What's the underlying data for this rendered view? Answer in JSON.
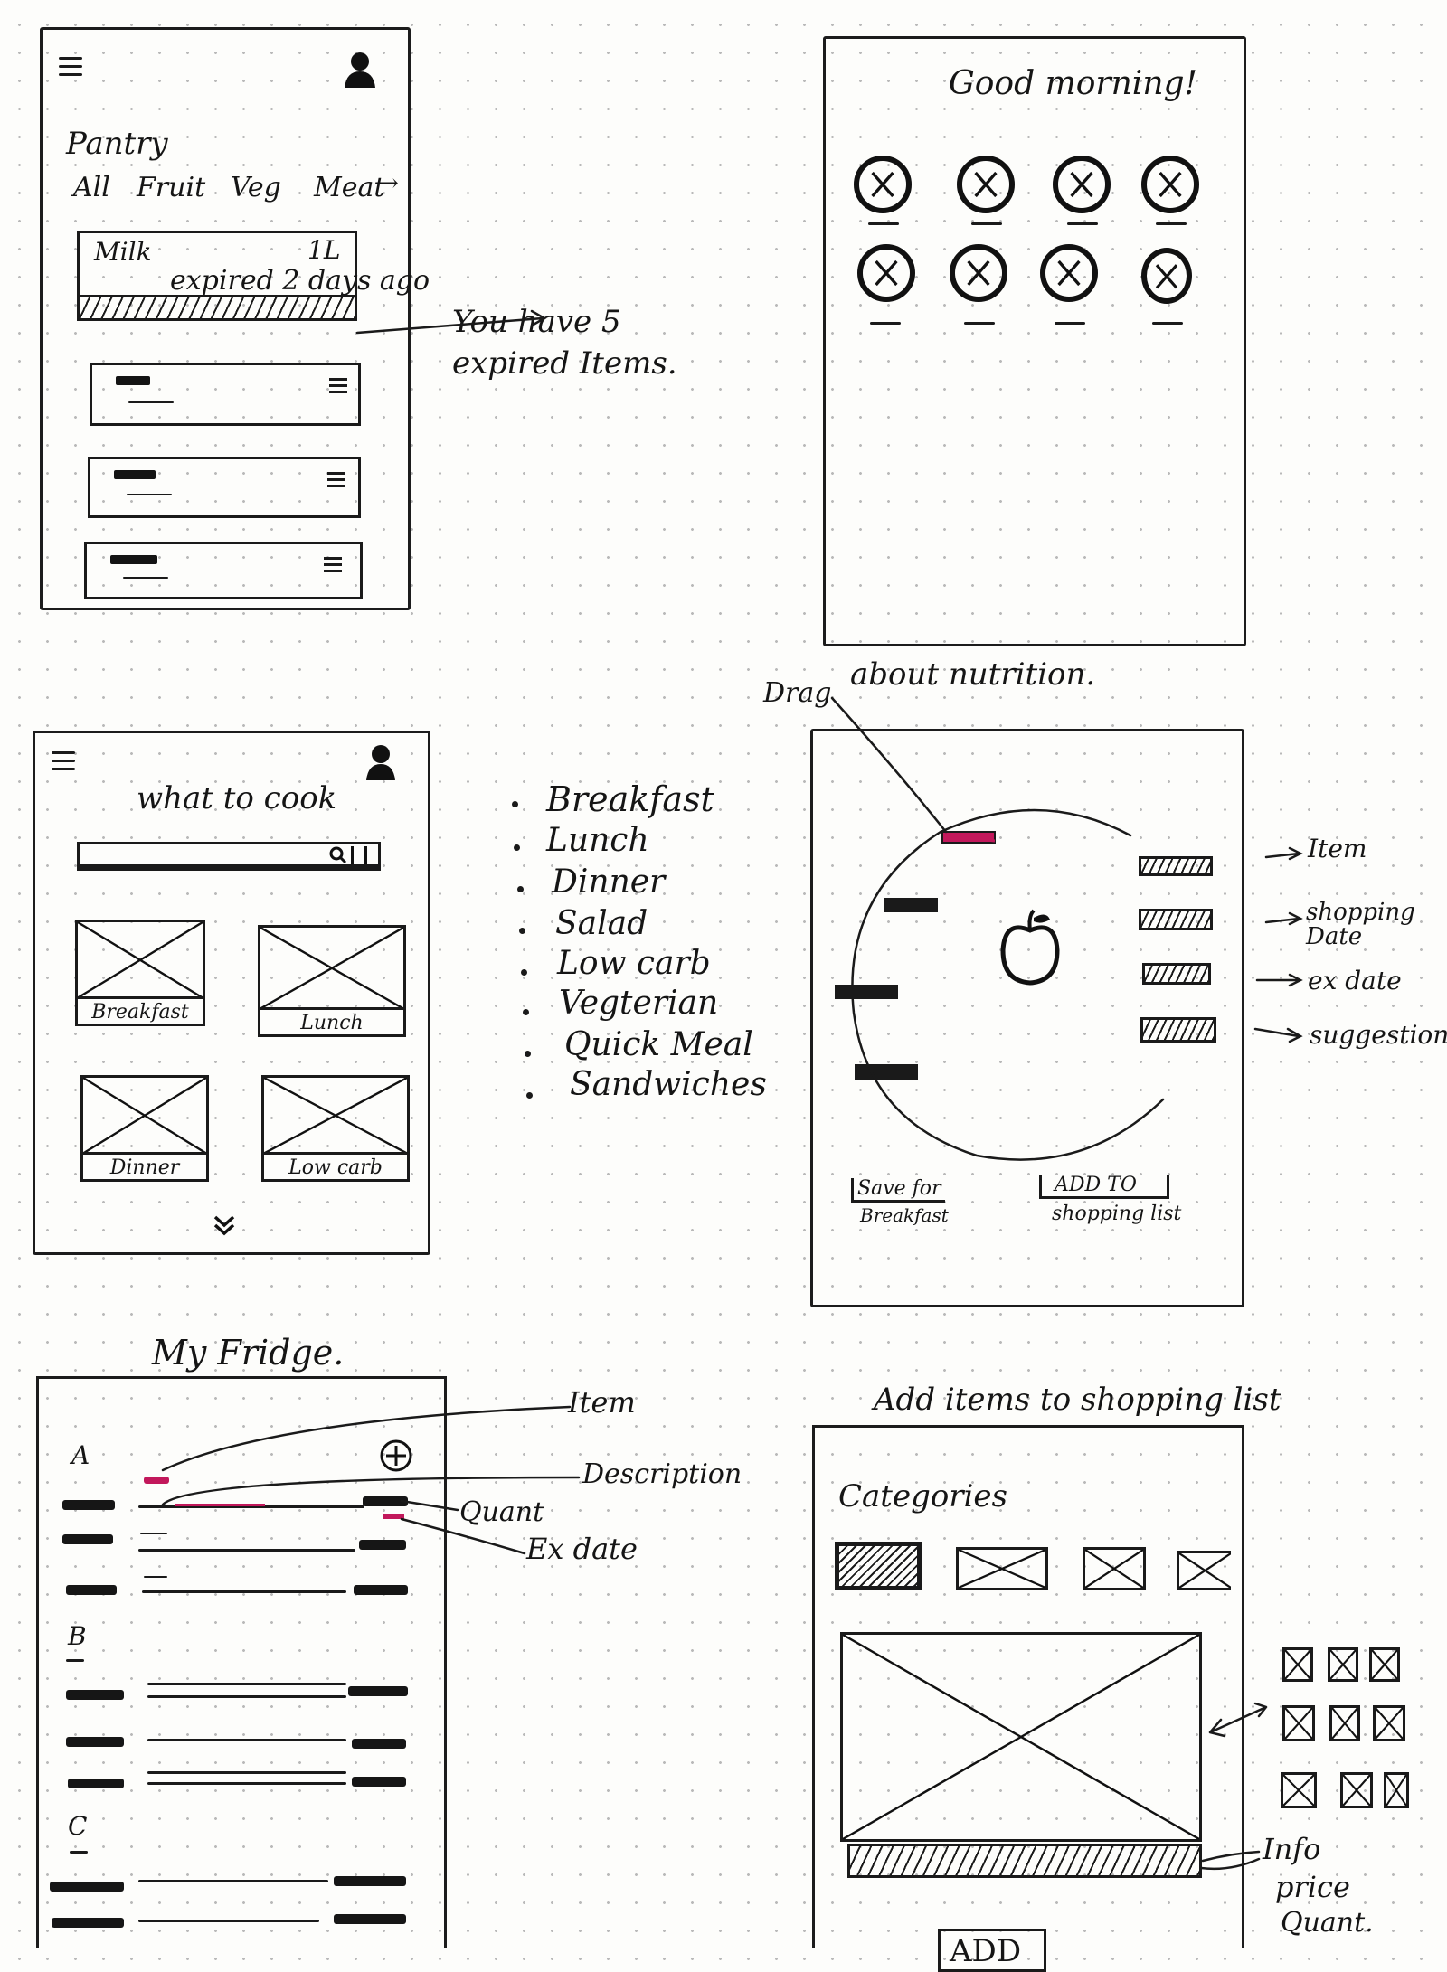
{
  "pantry": {
    "title": "Pantry",
    "tabs": [
      "All",
      "Fruit",
      "Veg",
      "Meat"
    ],
    "item_name": "Milk",
    "item_qty": "1L",
    "item_status": "expired 2 days ago",
    "note": "You have 5 expired Items."
  },
  "greeting": {
    "title": "Good morning!"
  },
  "cook": {
    "title": "what to cook",
    "tiles": [
      "Breakfast",
      "Lunch",
      "Dinner",
      "Low carb"
    ]
  },
  "meal_list": [
    "Breakfast",
    "Lunch",
    "Dinner",
    "Salad",
    "Low carb",
    "Vegterian",
    "Quick Meal",
    "Sandwiches"
  ],
  "nutrition": {
    "heading": "about nutrition.",
    "drag_label": "Drag",
    "annotations": [
      "Item",
      "shopping Date",
      "ex date",
      "suggestion"
    ],
    "buttons": [
      {
        "line1": "Save for",
        "line2": "Breakfast"
      },
      {
        "line1": "ADD TO",
        "line2": "shopping list"
      }
    ]
  },
  "fridge": {
    "title": "My Fridge.",
    "sections": [
      "A",
      "B",
      "C"
    ],
    "annotations": [
      "Item",
      "Description",
      "Quant",
      "Ex date"
    ]
  },
  "shopping": {
    "title": "Add items to shopping list",
    "categories_label": "Categories",
    "add_label": "ADD",
    "annotations": [
      "Info",
      "price",
      "Quant."
    ]
  },
  "colors": {
    "ink": "#1a1a1a",
    "accent": "#c2185b",
    "paper": "#fdfdfb"
  }
}
